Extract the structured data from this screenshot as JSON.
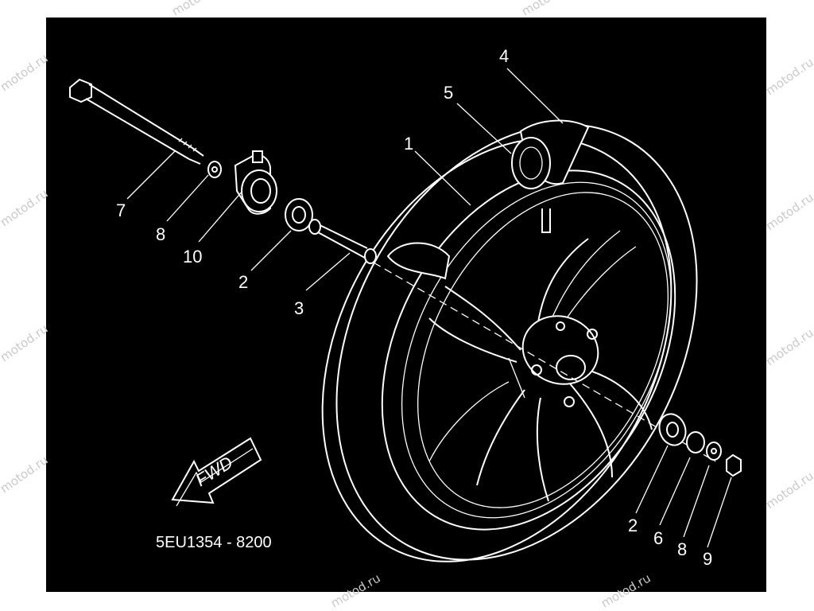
{
  "watermark": "motod.ru",
  "diagram_code": "5EU1354 - 8200",
  "direction_label": "FWD",
  "callouts": [
    {
      "id": "c1",
      "text": "1"
    },
    {
      "id": "c2a",
      "text": "2"
    },
    {
      "id": "c2b",
      "text": "2"
    },
    {
      "id": "c3",
      "text": "3"
    },
    {
      "id": "c4",
      "text": "4"
    },
    {
      "id": "c5",
      "text": "5"
    },
    {
      "id": "c6",
      "text": "6"
    },
    {
      "id": "c7",
      "text": "7"
    },
    {
      "id": "c8a",
      "text": "8"
    },
    {
      "id": "c8b",
      "text": "8"
    },
    {
      "id": "c9",
      "text": "9"
    },
    {
      "id": "c10",
      "text": "10"
    }
  ],
  "colors": {
    "background": "#000000",
    "lines": "#ffffff",
    "border": "#ffffff",
    "watermark": "#c9c9c9"
  }
}
